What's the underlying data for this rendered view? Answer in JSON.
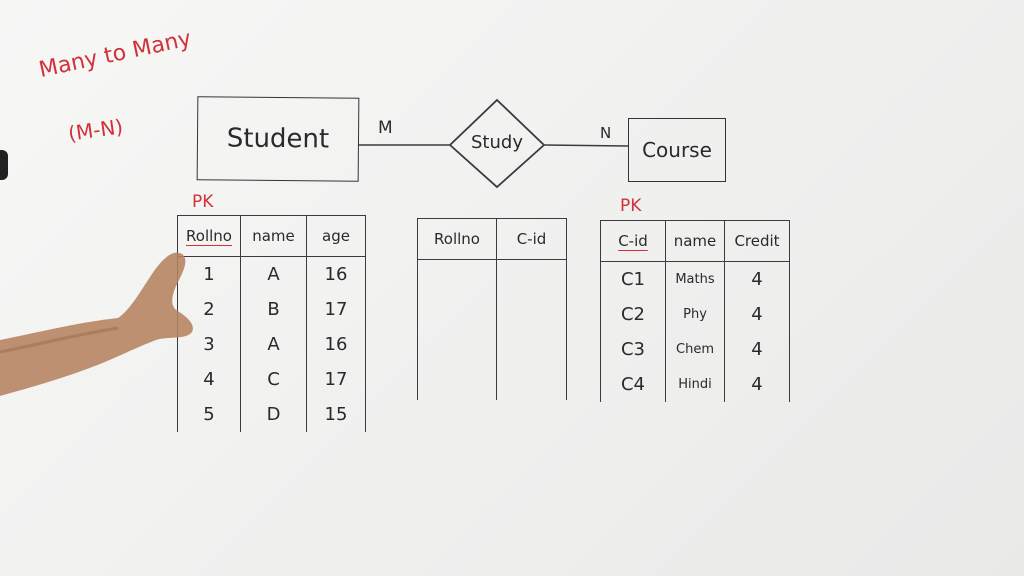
{
  "notes": {
    "relationship_type": "Many to Many",
    "relationship_abbrev": "(M-N)"
  },
  "er": {
    "entity_left": "Student",
    "relationship": "Study",
    "entity_right": "Course",
    "cardinality_left": "M",
    "cardinality_right": "N"
  },
  "pk_label_left": "PK",
  "pk_label_right": "PK",
  "student_table": {
    "headers": [
      "Rollno",
      "name",
      "age"
    ],
    "rows": [
      [
        "1",
        "A",
        "16"
      ],
      [
        "2",
        "B",
        "17"
      ],
      [
        "3",
        "A",
        "16"
      ],
      [
        "4",
        "C",
        "17"
      ],
      [
        "5",
        "D",
        "15"
      ]
    ]
  },
  "study_table": {
    "headers": [
      "Rollno",
      "C-id"
    ]
  },
  "course_table": {
    "headers": [
      "C-id",
      "name",
      "Credit"
    ],
    "rows": [
      [
        "C1",
        "Maths",
        "4"
      ],
      [
        "C2",
        "Phy",
        "4"
      ],
      [
        "C3",
        "Chem",
        "4"
      ],
      [
        "C4",
        "Hindi",
        "4"
      ]
    ]
  },
  "colors": {
    "marker_red": "#d0313a",
    "marker_black": "#2a2a2e",
    "board": "#f2f2f1"
  }
}
